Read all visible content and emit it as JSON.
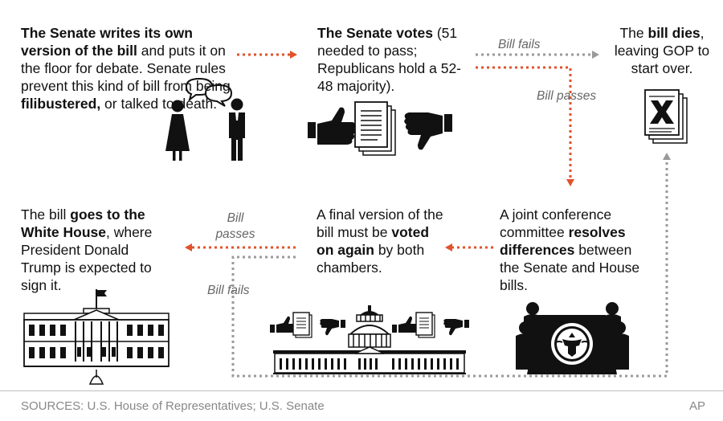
{
  "steps": {
    "senate_writes": {
      "bold1": "The Senate writes its own version of the bill",
      "text1": " and puts it on the floor for debate. Senate rules prevent this kind of bill from being ",
      "bold2": "filibustered,",
      "text2": " or talked to death."
    },
    "senate_votes": {
      "bold": "The Senate votes",
      "text": " (51 needed to pass; Republicans hold a 52-48 majority)."
    },
    "bill_dies": {
      "text1": "The ",
      "bold": "bill dies",
      "text2": ", leaving GOP to start over."
    },
    "conference": {
      "text1": "A joint conference committee ",
      "bold": "resolves differences",
      "text2": " between the Senate and House bills."
    },
    "final_vote": {
      "text1": "A final version of the bill must be ",
      "bold": "voted on again",
      "text2": " by both chambers."
    },
    "white_house": {
      "text1": "The bill ",
      "bold": "goes to the White House",
      "text2": ", where President Donald Trump is expected to sign it."
    }
  },
  "labels": {
    "bill_fails_top": "Bill fails",
    "bill_passes_top": "Bill passes",
    "bill_passes_bottom": "Bill passes",
    "bill_fails_bottom": "Bill fails"
  },
  "icons": {
    "debaters": "two-people-speech-bubbles-icon",
    "vote": "thumbs-up-document-thumbs-down-icon",
    "dead_bill": "crossed-out-document-icon",
    "conference": "conference-table-seal-icon",
    "capitol": "capitol-building-icon",
    "white_house": "white-house-icon"
  },
  "colors": {
    "pass_arrow": "#e0532b",
    "fail_arrow": "#9a9a9a",
    "text": "#111111",
    "label": "#666666",
    "footer": "#888888"
  },
  "footer": {
    "sources": "SOURCES: U.S. House of Representatives; U.S. Senate",
    "credit": "AP"
  }
}
